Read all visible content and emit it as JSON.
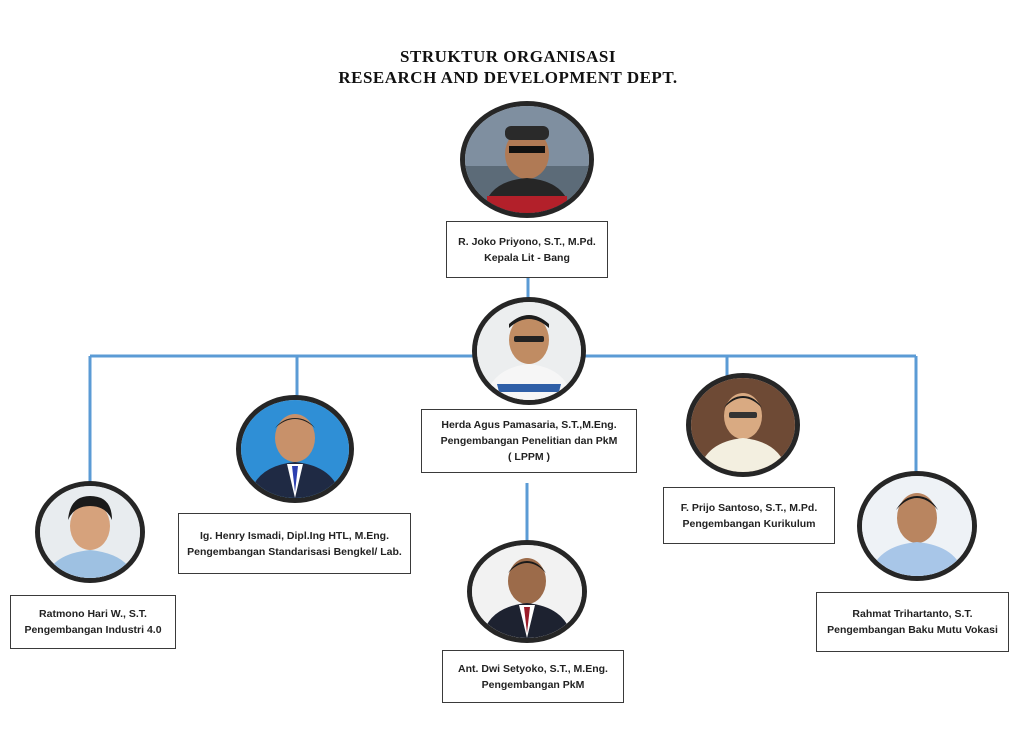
{
  "title": {
    "line1": "STRUKTUR ORGANISASI",
    "line2": "RESEARCH AND DEVELOPMENT DEPT."
  },
  "colors": {
    "connector": "#5b9bd5",
    "photo_ring": "#262626",
    "box_border": "#3a3a3a"
  },
  "members": {
    "head": {
      "name": "R. Joko Priyono, S.T., M.Pd.",
      "role": "Kepala Lit - Bang"
    },
    "lppm": {
      "name": "Herda Agus Pamasaria, S.T.,M.Eng.",
      "role": "Pengembangan Penelitian dan PkM",
      "role2": "( LPPM )"
    },
    "industri": {
      "name": "Ratmono Hari W., S.T.",
      "role": "Pengembangan Industri 4.0"
    },
    "standar": {
      "name": "Ig. Henry Ismadi, Dipl.Ing HTL, M.Eng.",
      "role": "Pengembangan Standarisasi Bengkel/ Lab."
    },
    "pkm": {
      "name": "Ant. Dwi Setyoko, S.T., M.Eng.",
      "role": "Pengembangan PkM"
    },
    "kurikulum": {
      "name": "F. Prijo Santoso, S.T., M.Pd.",
      "role": "Pengembangan Kurikulum"
    },
    "vokasi": {
      "name": "Rahmat Trihartanto, S.T.",
      "role": "Pengembangan Baku Mutu Vokasi"
    }
  }
}
